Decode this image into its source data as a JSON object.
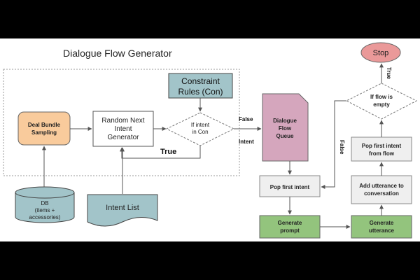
{
  "title": "Dialogue Flow Generator",
  "nodes": {
    "deal_bundle": {
      "line1": "Deal Bundle",
      "line2": "Sampling",
      "fill": "#f9cb9c"
    },
    "random_intent": {
      "line1": "Random Next",
      "line2": "Intent",
      "line3": "Generator"
    },
    "constraint": {
      "line1": "Constraint",
      "line2": "Rules (Con)",
      "fill": "#a2c4c9"
    },
    "if_intent": {
      "line1": "If intent",
      "line2": "in Con"
    },
    "db": {
      "line1": "DB",
      "line2": "(items +",
      "line3": "accessories)",
      "fill": "#a2c4c9"
    },
    "intent_list": {
      "label": "Intent List",
      "fill": "#a2c4c9"
    },
    "queue": {
      "line1": "Dialogue",
      "line2": "Flow",
      "line3": "Queue",
      "fill": "#d5a6bd"
    },
    "pop_first": {
      "label": "Pop first intent",
      "fill": "#efefef"
    },
    "gen_prompt": {
      "line1": "Generate",
      "line2": "prompt",
      "fill": "#93c47d"
    },
    "gen_utterance": {
      "line1": "Generate",
      "line2": "utterance",
      "fill": "#93c47d"
    },
    "add_utterance": {
      "line1": "Add utterance to",
      "line2": "conversation",
      "fill": "#efefef"
    },
    "pop_first_flow": {
      "line1": "Pop first intent",
      "line2": "from flow",
      "fill": "#efefef"
    },
    "if_flow": {
      "line1": "If flow is",
      "line2": "empty"
    },
    "stop": {
      "label": "Stop",
      "fill": "#ea9999"
    }
  },
  "edge_labels": {
    "true_loop": "True",
    "false_label": "False",
    "intent_label": "Intent",
    "false_vertical": "False",
    "true_vertical": "True"
  }
}
